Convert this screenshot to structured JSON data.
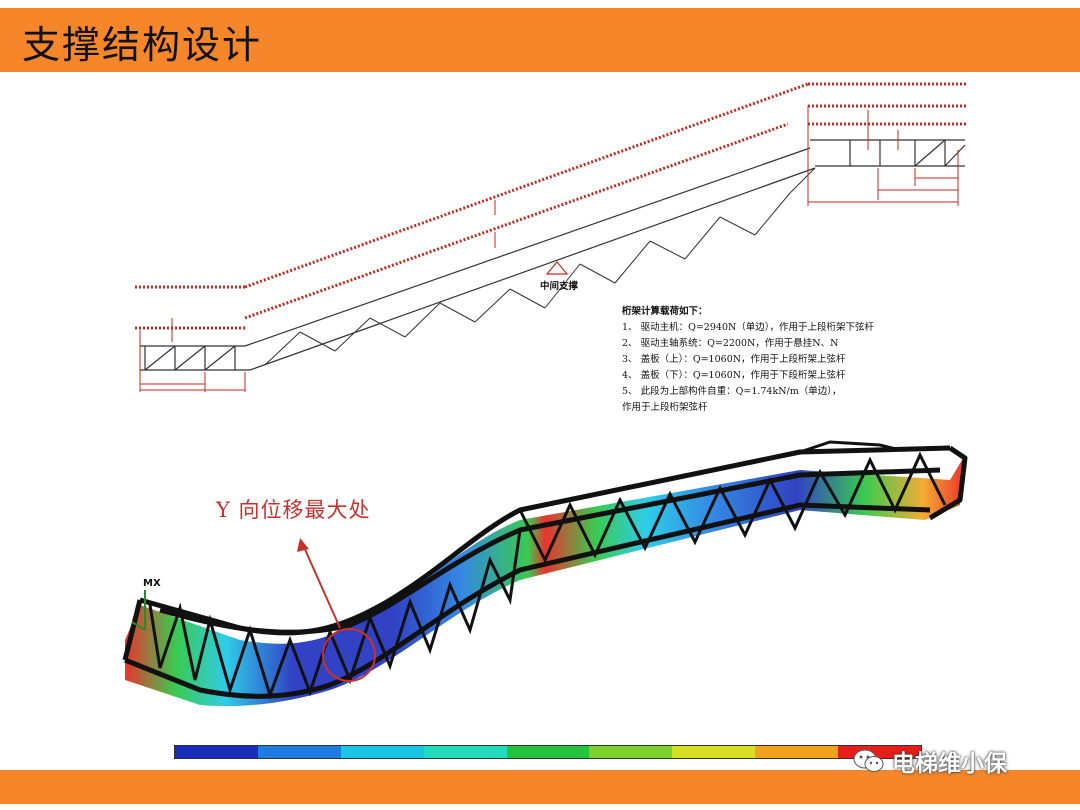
{
  "header": {
    "title": "支撑结构设计"
  },
  "drawing": {
    "middle_support_label": "中间支撑",
    "load_notes": {
      "title": "桁架计算载荷如下：",
      "items": [
        "1、 驱动主机：Q=2940N（单边），作用于上段桁架下弦杆",
        "2、 驱动主轴系统：Q=2200N，作用于悬挂N、N",
        "3、 盖板（上）：Q=1060N，作用于上段桁架上弦杆",
        "4、 盖板（下）：Q=1060N，作用于下段桁架上弦杆",
        "5、 此段为上部构件自重：Q=1.74kN/m（单边），",
        "    作用于上段桁架弦杆"
      ]
    }
  },
  "fea": {
    "annotation": "Y 向位移最大处",
    "axis_label": "MX",
    "colorbar_colors": [
      "#1a2dbd",
      "#1e7be0",
      "#19c6e6",
      "#22dcc0",
      "#24c43c",
      "#7ad22a",
      "#d6e024",
      "#f2a21c",
      "#e81c18"
    ]
  },
  "watermark": {
    "text": "电梯维小保"
  },
  "colors": {
    "accent": "#f5862a",
    "dimension": "#c62a22",
    "annotation": "#c8322e"
  }
}
